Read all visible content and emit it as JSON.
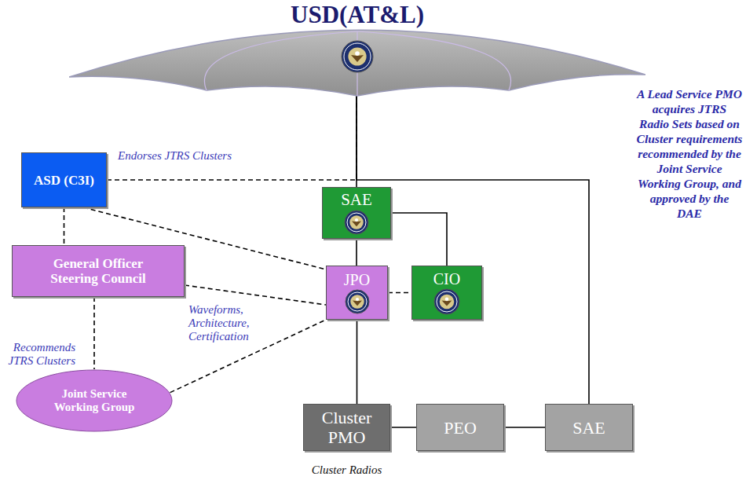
{
  "diagram": {
    "nodes": [
      {
        "text": [
          "USD(AT&L)"
        ]
      },
      {
        "text": [
          "ASD (C3I)"
        ]
      },
      {
        "text": [
          "SAE"
        ]
      },
      {
        "text": [
          "General Officer Steering Council"
        ]
      },
      {
        "text": [
          "JPO"
        ]
      },
      {
        "text": [
          "CIO"
        ]
      },
      {
        "text": [
          "Joint Service Working Group"
        ]
      },
      {
        "text": [
          "Cluster PMO"
        ]
      },
      {
        "text": [
          "PEO"
        ]
      },
      {
        "text": [
          "SAE"
        ]
      }
    ],
    "edges": [
      {
        "from": 0,
        "to": 2,
        "arrow": "none"
      },
      {
        "from": 0,
        "to": 9,
        "arrow": "none"
      },
      {
        "from": 1,
        "to": 0,
        "label": "Endorses JTRS Clusters",
        "arrow": "none"
      },
      {
        "from": 1,
        "to": 4,
        "arrow": "none"
      },
      {
        "from": 1,
        "to": 3,
        "arrow": "none"
      },
      {
        "from": 3,
        "to": 4,
        "arrow": "none"
      },
      {
        "from": 3,
        "to": 6,
        "label": "Recommends JTRS Clusters",
        "arrow": "none"
      },
      {
        "from": 6,
        "to": 4,
        "arrow": "none"
      },
      {
        "from": 4,
        "to": 5,
        "arrow": "none"
      },
      {
        "from": 2,
        "to": 4,
        "arrow": "none"
      },
      {
        "from": 2,
        "to": 5,
        "arrow": "none"
      },
      {
        "from": 4,
        "to": 7,
        "arrow": "none"
      },
      {
        "from": 7,
        "to": 8,
        "arrow": "none"
      },
      {
        "from": 8,
        "to": 9,
        "arrow": "none"
      }
    ],
    "labels": [
      "Waveforms, Architecture, Certification",
      "A Lead Service PMO acquires JTRS Radio Sets based on Cluster requirements recommended by the Joint Service Working Group, and approved by the DAE",
      "Cluster Radios"
    ]
  }
}
